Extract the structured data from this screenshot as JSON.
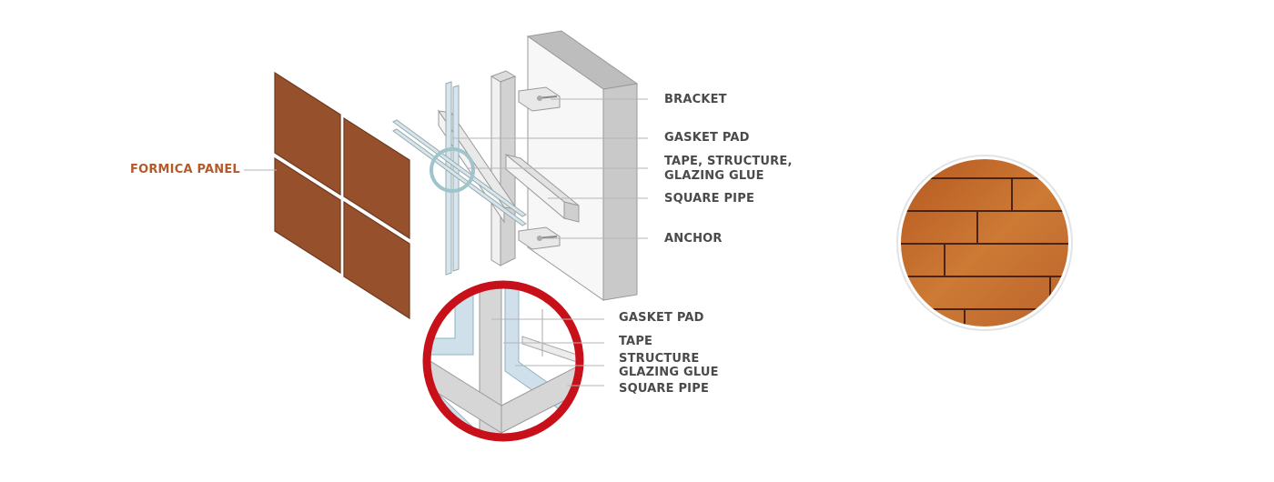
{
  "labels": {
    "formica_panel": "FORMICA PANEL",
    "bracket": "BRACKET",
    "gasket_pad": "GASKET PAD",
    "tape_structure_glazing_glue_line1": "TAPE, STRUCTURE,",
    "tape_structure_glazing_glue_line2": "GLAZING GLUE",
    "square_pipe": "SQUARE PIPE",
    "anchor": "ANCHOR"
  },
  "detail_labels": {
    "gasket_pad": "GASKET PAD",
    "tape": "TAPE",
    "structure": "STRUCTURE",
    "glazing_glue": "GLAZING GLUE",
    "square_pipe": "SQUARE PIPE"
  },
  "colors": {
    "panel": "#97502c",
    "panel_edge": "#6e3a1f",
    "accent_label": "#b25a2a",
    "label": "#4a4a4a",
    "leader": "#b5b5b5",
    "wall": "#d9d9d9",
    "frame": "#e6e6e6",
    "glass": "#cfe0ea",
    "detail_ring": "#c8101a",
    "highlight_ring": "#9fc4cc",
    "wood": "#c0682a"
  }
}
